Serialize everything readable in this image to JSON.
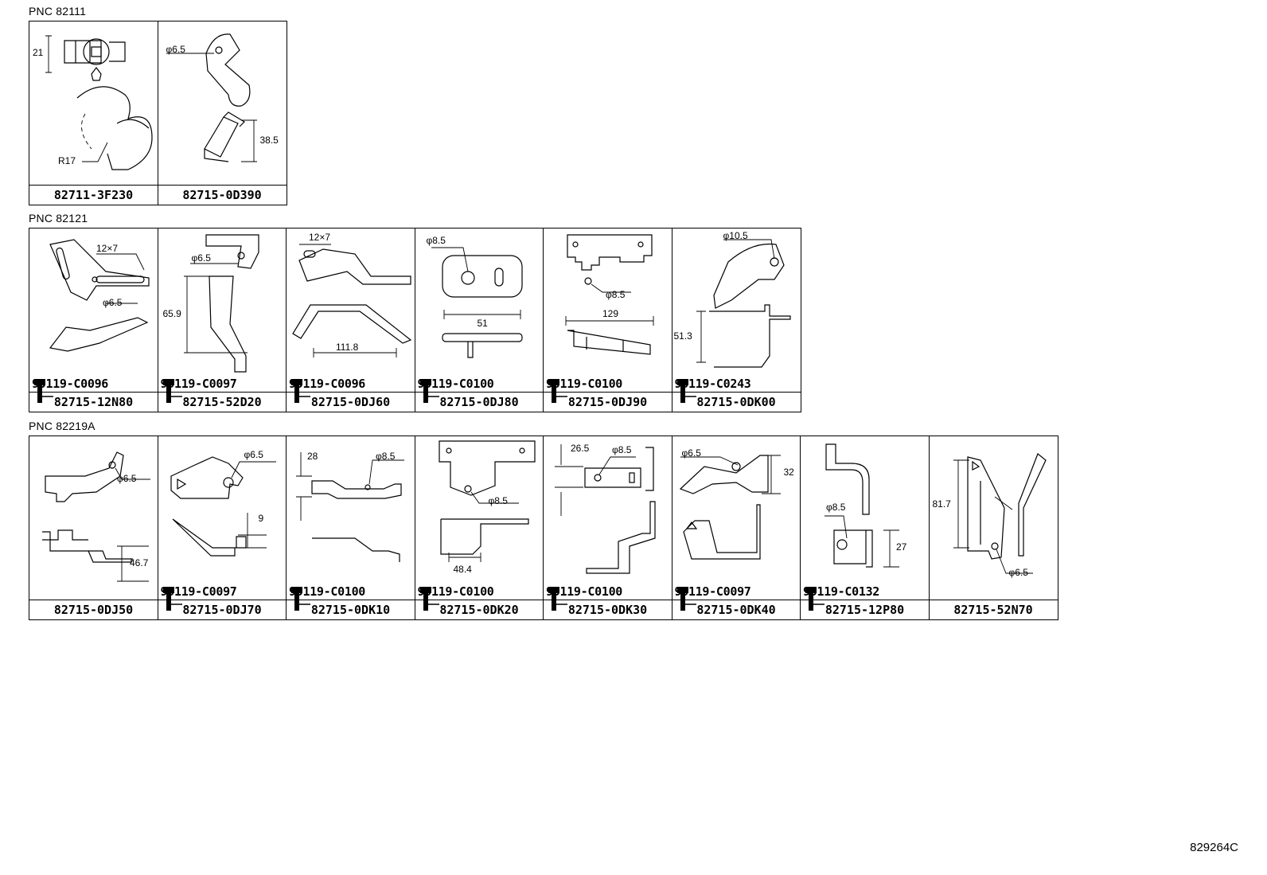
{
  "sections": [
    {
      "title": "PNC 82111",
      "cells": [
        {
          "part": "82711-3F230",
          "dims": [
            "21",
            "R17"
          ]
        },
        {
          "part": "82715-0D390",
          "dims": [
            "φ6.5",
            "38.5"
          ]
        }
      ]
    },
    {
      "title": "PNC 82121",
      "cells": [
        {
          "part": "82715-12N80",
          "bolt": "90119-C0096",
          "dims": [
            "12×7",
            "φ6.5"
          ]
        },
        {
          "part": "82715-52D20",
          "bolt": "90119-C0097",
          "dims": [
            "φ6.5",
            "65.9"
          ]
        },
        {
          "part": "82715-0DJ60",
          "bolt": "90119-C0096",
          "dims": [
            "12×7",
            "111.8"
          ]
        },
        {
          "part": "82715-0DJ80",
          "bolt": "90119-C0100",
          "dims": [
            "φ8.5",
            "51"
          ]
        },
        {
          "part": "82715-0DJ90",
          "bolt": "90119-C0100",
          "dims": [
            "φ8.5",
            "129"
          ]
        },
        {
          "part": "82715-0DK00",
          "bolt": "90119-C0243",
          "dims": [
            "φ10.5",
            "51.3"
          ]
        }
      ]
    },
    {
      "title": "PNC 82219A",
      "cells": [
        {
          "part": "82715-0DJ50",
          "dims": [
            "φ6.5",
            "46.7"
          ]
        },
        {
          "part": "82715-0DJ70",
          "bolt": "90119-C0097",
          "dims": [
            "φ6.5",
            "9"
          ]
        },
        {
          "part": "82715-0DK10",
          "bolt": "90119-C0100",
          "dims": [
            "28",
            "φ8.5"
          ]
        },
        {
          "part": "82715-0DK20",
          "bolt": "90119-C0100",
          "dims": [
            "φ8.5",
            "48.4"
          ]
        },
        {
          "part": "82715-0DK30",
          "bolt": "90119-C0100",
          "dims": [
            "26.5",
            "φ8.5"
          ]
        },
        {
          "part": "82715-0DK40",
          "bolt": "90119-C0097",
          "dims": [
            "φ6.5",
            "32"
          ]
        },
        {
          "part": "82715-12P80",
          "bolt": "90119-C0132",
          "dims": [
            "φ8.5",
            "27"
          ]
        },
        {
          "part": "82715-52N70",
          "dims": [
            "81.7",
            "φ6.5"
          ]
        }
      ]
    }
  ],
  "footer_code": "829264C"
}
